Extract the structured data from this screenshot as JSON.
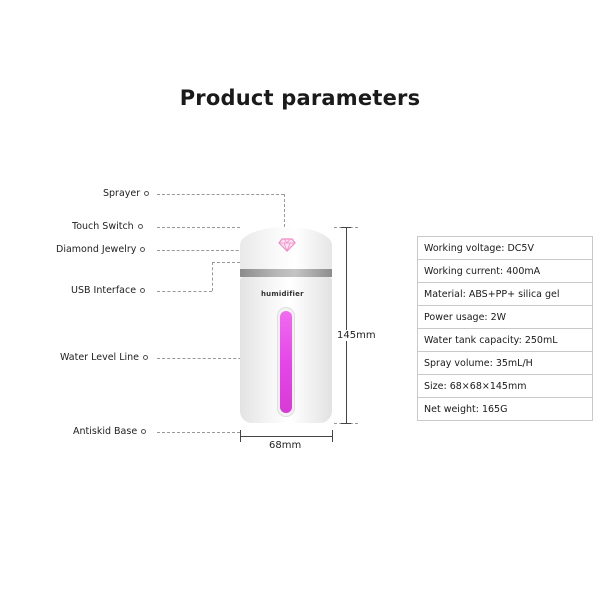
{
  "title": "Product parameters",
  "brand": "humidifier",
  "labels": {
    "sprayer": "Sprayer",
    "touch_switch": "Touch Switch",
    "diamond_jewelry": "Diamond Jewelry",
    "usb_interface": "USB Interface",
    "water_level_line": "Water Level Line",
    "antiskid_base": "Antiskid Base"
  },
  "dimensions": {
    "height": "145mm",
    "width": "68mm"
  },
  "specs": [
    "Working voltage: DC5V",
    "Working current: 400mA",
    "Material: ABS+PP+ silica gel",
    "Power usage: 2W",
    "Water tank capacity: 250mL",
    "Spray volume: 35mL/H",
    "Size: 68×68×145mm",
    "Net weight: 165G"
  ],
  "colors": {
    "water_light": "#e646e9",
    "band": "#a8a8a8"
  }
}
